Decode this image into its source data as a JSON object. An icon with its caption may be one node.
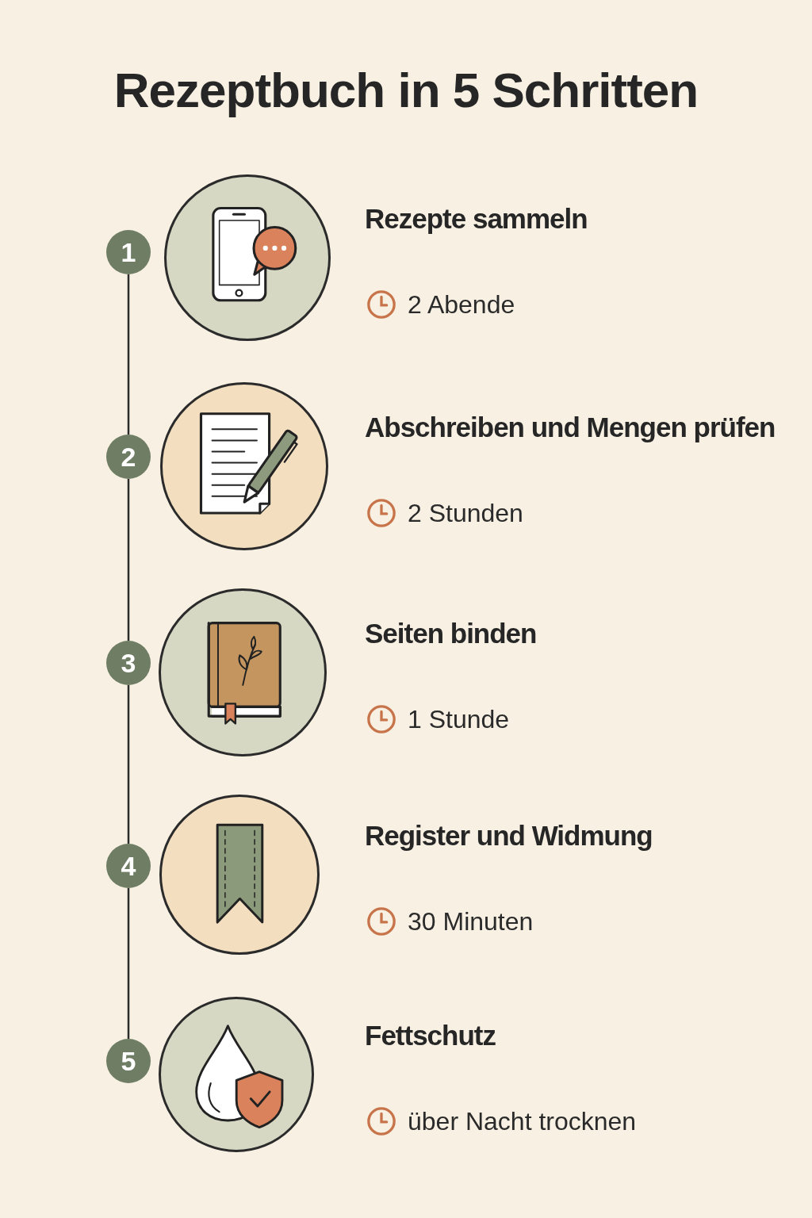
{
  "diagram": {
    "title": "Rezeptbuch in 5 Schritten",
    "nodes": [
      {
        "text": [
          "1"
        ]
      },
      {
        "text": [],
        "shape": "picture",
        "beside": [
          "Rezepte sammeln",
          "2 Abende"
        ]
      },
      {
        "text": [
          "2"
        ]
      },
      {
        "text": [],
        "shape": "picture",
        "beside": [
          "Abschreiben und Mengen prüfen",
          "2 Stunden"
        ]
      },
      {
        "text": [
          "3"
        ]
      },
      {
        "text": [],
        "shape": "picture",
        "beside": [
          "Seiten binden",
          "1 Stunde"
        ]
      },
      {
        "text": [
          "4"
        ]
      },
      {
        "text": [],
        "shape": "picture",
        "beside": [
          "Register und Widmung",
          "30 Minuten"
        ]
      },
      {
        "text": [
          "5"
        ]
      },
      {
        "text": [],
        "shape": "picture",
        "beside": [
          "Fettschutz",
          "über Nacht trocknen"
        ]
      }
    ],
    "edges": [
      {
        "from": 0,
        "to": 2,
        "arrow": "none"
      },
      {
        "from": 2,
        "to": 4,
        "arrow": "none"
      },
      {
        "from": 4,
        "to": 6,
        "arrow": "none"
      },
      {
        "from": 6,
        "to": 8,
        "arrow": "none"
      }
    ]
  }
}
